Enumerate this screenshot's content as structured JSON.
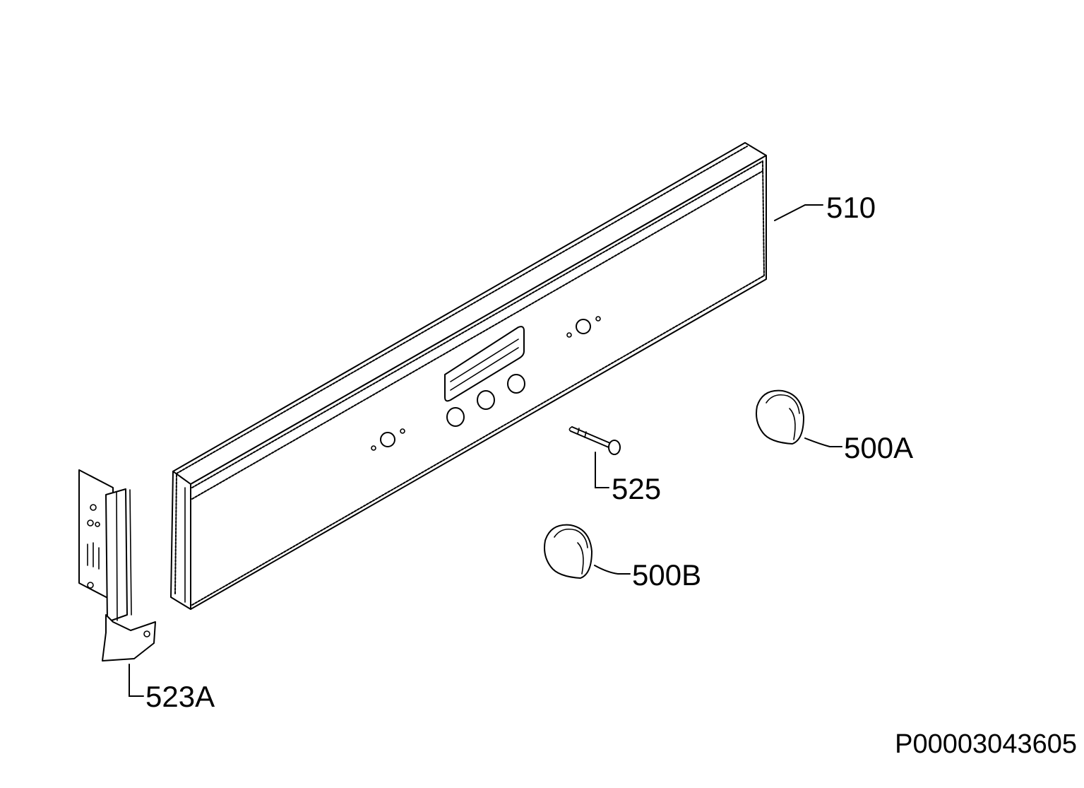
{
  "parts": [
    {
      "id": "control-panel",
      "label": "510"
    },
    {
      "id": "knob-a",
      "label": "500A"
    },
    {
      "id": "knob-b",
      "label": "500B"
    },
    {
      "id": "shaft",
      "label": "525"
    },
    {
      "id": "bracket",
      "label": "523A"
    }
  ],
  "reference_code": "P00003043605"
}
